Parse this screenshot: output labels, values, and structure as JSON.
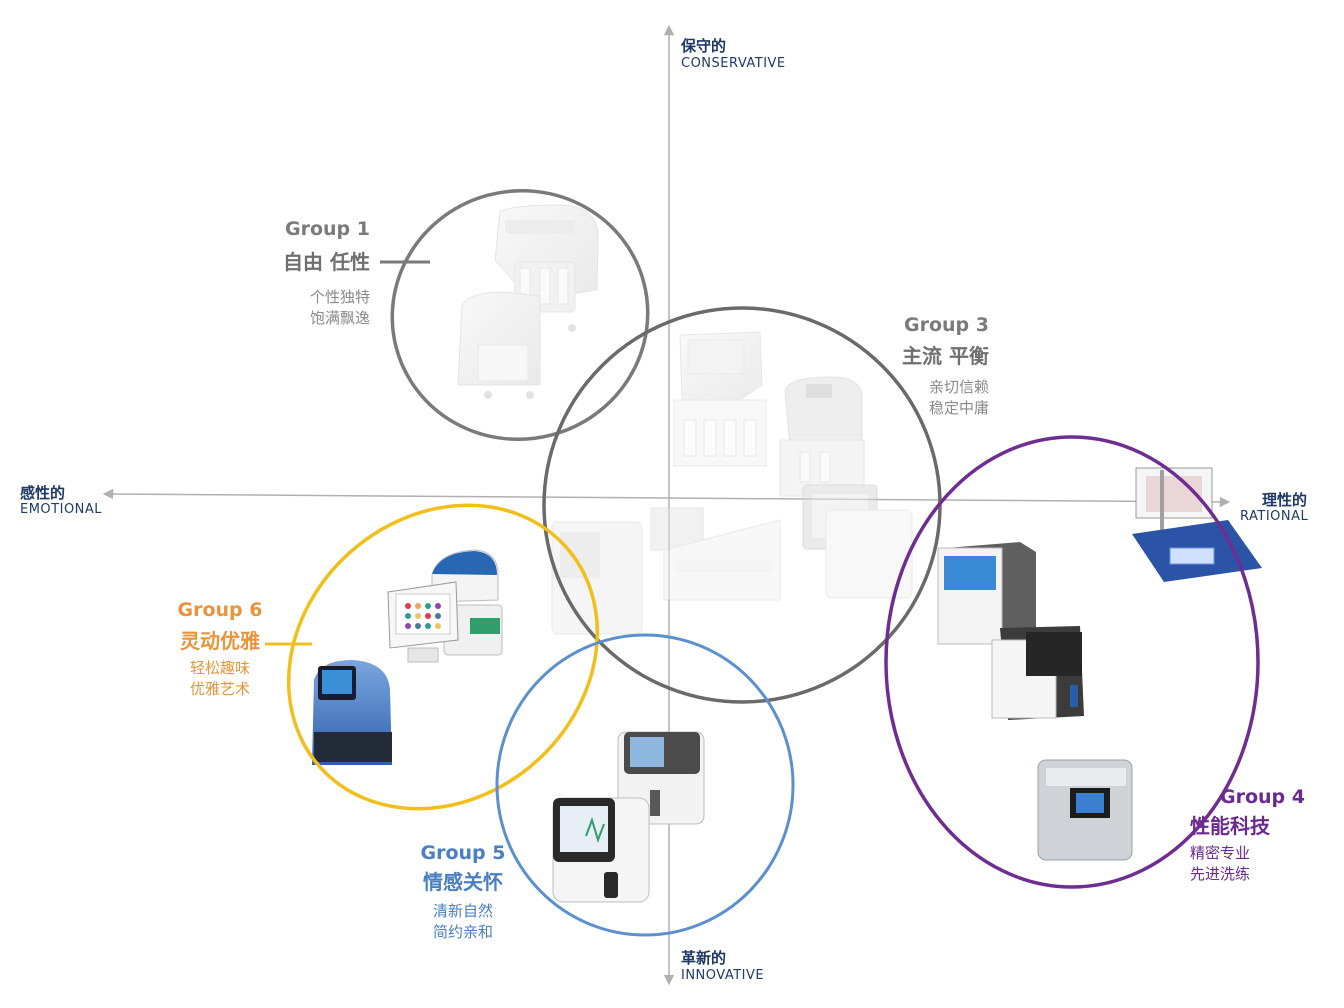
{
  "axes": {
    "top": {
      "cn": "保守的",
      "en": "CONSERVATIVE"
    },
    "bottom": {
      "cn": "革新的",
      "en": "INNOVATIVE"
    },
    "left": {
      "cn": "感性的",
      "en": "EMOTIONAL"
    },
    "right": {
      "cn": "理性的",
      "en": "RATIONAL"
    }
  },
  "groups": [
    {
      "title": "Group 1",
      "name": "自由 任性",
      "desc1": "个性独特",
      "desc2": "饱满飘逸",
      "color": "#7a7a7a",
      "ring": "#7a7a7a"
    },
    {
      "title": "Group 3",
      "name": "主流  平衡",
      "desc1": "亲切信赖",
      "desc2": "稳定中庸",
      "color": "#7a7a7a",
      "ring": "#6a6a6a"
    },
    {
      "title": "Group 4",
      "name": "性能科技",
      "desc1": "精密专业",
      "desc2": "先进洗练",
      "color": "#6a2a91",
      "ring": "#6f2c91"
    },
    {
      "title": "Group 5",
      "name": "情感关怀",
      "desc1": "清新自然",
      "desc2": "简约亲和",
      "color": "#4a7fc1",
      "ring": "#5a8fd0"
    },
    {
      "title": "Group 6",
      "name": "灵动优雅",
      "desc1": "轻松趣味",
      "desc2": "优雅艺术",
      "color": "#e8943a",
      "ring": "#f2be1a"
    }
  ],
  "colors": {
    "axis": "#b0b0b0",
    "axis_text": "#1f3a64",
    "device_light": "#eeeeee"
  }
}
